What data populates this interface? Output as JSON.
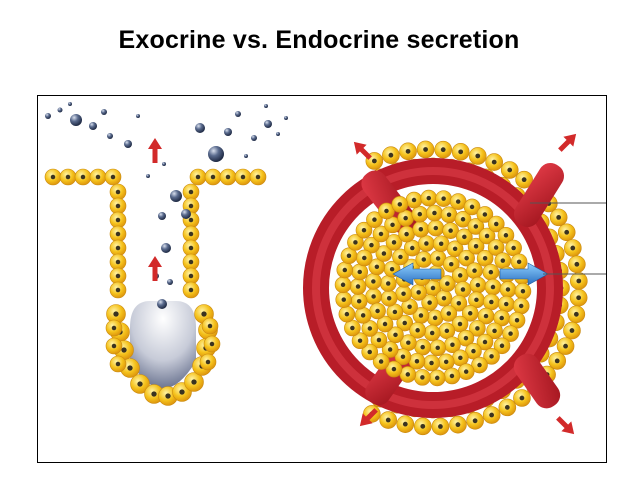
{
  "slide": {
    "title": "Exocrine vs. Endocrine secretion"
  },
  "colors": {
    "cell_fill": "#f5c21b",
    "cell_nucleus": "#3a3320",
    "vessel": "#c8232f",
    "arrow_red": "#d22a2a",
    "arrow_blue": "#3d8fd8",
    "secretion_droplet": "#3b4a6b",
    "lumen": "#9ea6bb"
  },
  "figure": {
    "left_panel": "exocrine-gland",
    "right_panel": "endocrine-gland",
    "icons": [
      "red-arrow-icon",
      "blue-arrow-icon",
      "secretion-droplet-icon",
      "cell-icon",
      "blood-vessel-icon"
    ]
  }
}
